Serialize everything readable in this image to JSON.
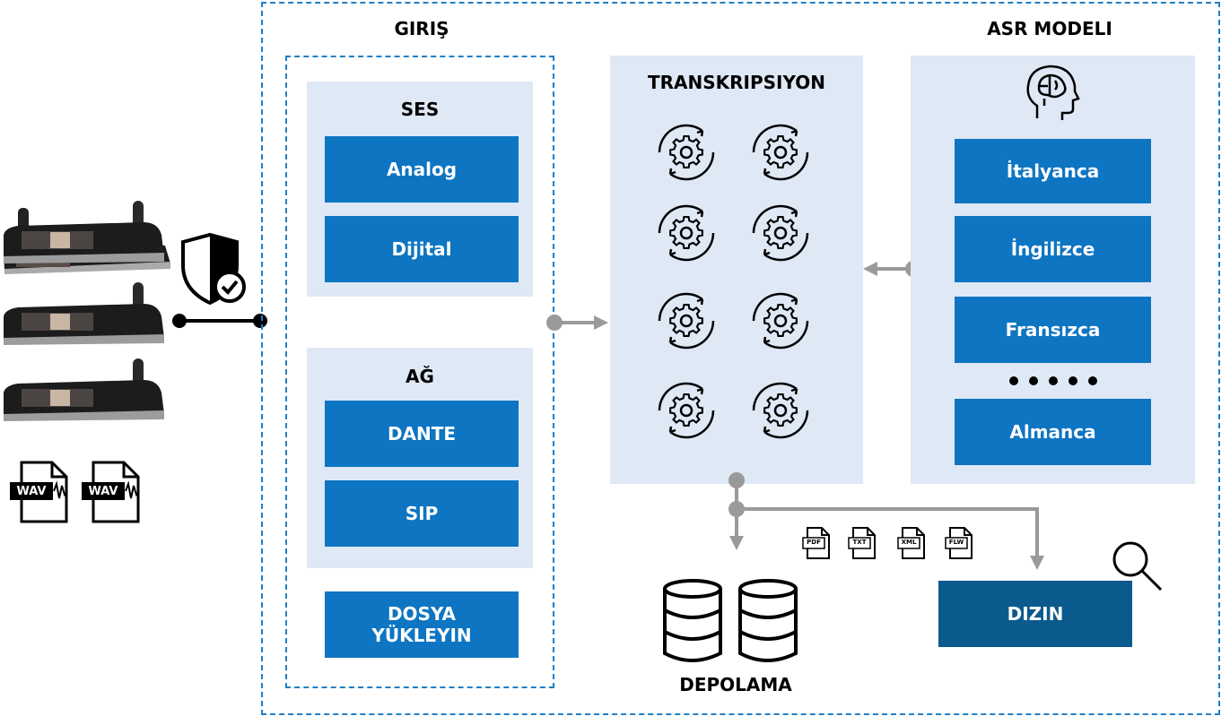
{
  "sections": {
    "input": "GIRIŞ",
    "asr": "ASR MODELI",
    "transcription": "TRANSKRIPSIYON"
  },
  "audio": {
    "title": "SES",
    "items": [
      "Analog",
      "Dijital"
    ]
  },
  "network": {
    "title": "AĞ",
    "items": [
      "DANTE",
      "SIP"
    ]
  },
  "upload": "DOSYA\nYÜKLEYIN",
  "languages": [
    "İtalyanca",
    "İngilizce",
    "Fransızca",
    "Almanca"
  ],
  "storage": "DEPOLAMA",
  "index": "DIZIN",
  "file_types": [
    "PDF",
    "TXT",
    "XML",
    "FLW"
  ],
  "wav_files": [
    "WAV",
    "WAV"
  ],
  "icons": {
    "devices": "conference-unit-icon",
    "security": "shield-check-icon",
    "brain": "brain-head-icon",
    "gear": "gear-sync-icon",
    "database": "database-icon",
    "search": "magnifier-icon"
  },
  "colors": {
    "primary_blue": "#0d75c2",
    "dark_blue": "#0b5a8d",
    "panel": "#dfe8f5",
    "dashed": "#1f7fc6",
    "connector": "#9a9a9a"
  }
}
